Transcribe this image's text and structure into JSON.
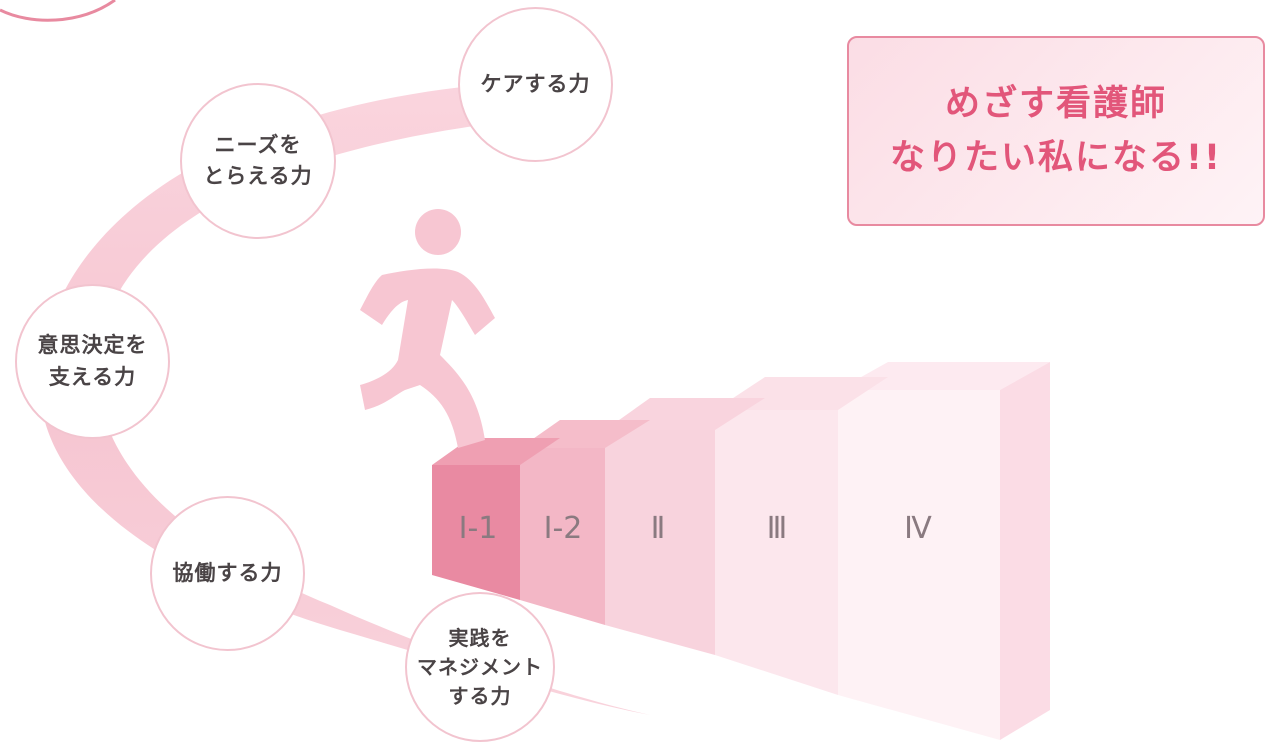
{
  "goal": {
    "line1": "めざす看護師",
    "line2": "なりたい私になる!!"
  },
  "skills": [
    {
      "lines": [
        "ケアする力"
      ]
    },
    {
      "lines": [
        "ニーズを",
        "とらえる力"
      ]
    },
    {
      "lines": [
        "意思決定を",
        "支える力"
      ]
    },
    {
      "lines": [
        "協働する力"
      ]
    },
    {
      "lines": [
        "実践を",
        "マネジメント",
        "する力"
      ]
    }
  ],
  "levels": [
    "Ⅰ-1",
    "Ⅰ-2",
    "Ⅱ",
    "Ⅲ",
    "Ⅳ"
  ],
  "colors": {
    "arc": "#f6c9d4",
    "goal_text": "#e2567a",
    "runner": "#f7c6d2",
    "step_dark": "#e57f98",
    "step_light": "#fde6ec"
  }
}
